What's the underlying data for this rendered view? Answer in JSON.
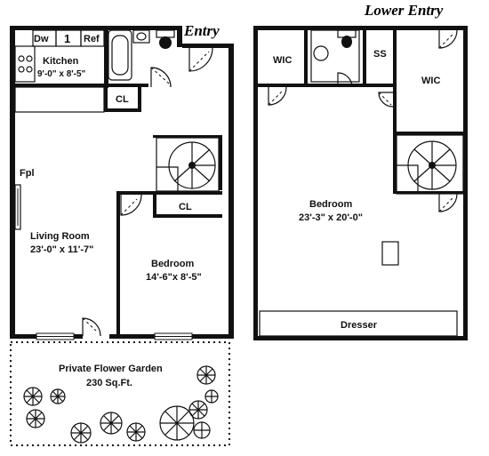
{
  "headers": {
    "entry": "Entry",
    "lower_entry": "Lower Entry"
  },
  "upper_floor": {
    "kitchen": {
      "name": "Kitchen",
      "dims": "9'-0\" x 8'-5\""
    },
    "dishwasher": "Dw",
    "range": "1",
    "refrigerator": "Ref",
    "closet_1": "CL",
    "closet_2": "CL",
    "fireplace": "Fpl",
    "living_room": {
      "name": "Living Room",
      "dims": "23'-0\" x 11'-7\""
    },
    "bedroom": {
      "name": "Bedroom",
      "dims": "14'-6\"x 8'-5\""
    },
    "garden": {
      "name": "Private Flower Garden",
      "area": "230 Sq.Ft."
    }
  },
  "lower_floor": {
    "wic_left": "WIC",
    "wic_right": "WIC",
    "ss": "SS",
    "bedroom": {
      "name": "Bedroom",
      "dims": "23'-3\" x 20'-0\""
    },
    "dresser": "Dresser"
  }
}
